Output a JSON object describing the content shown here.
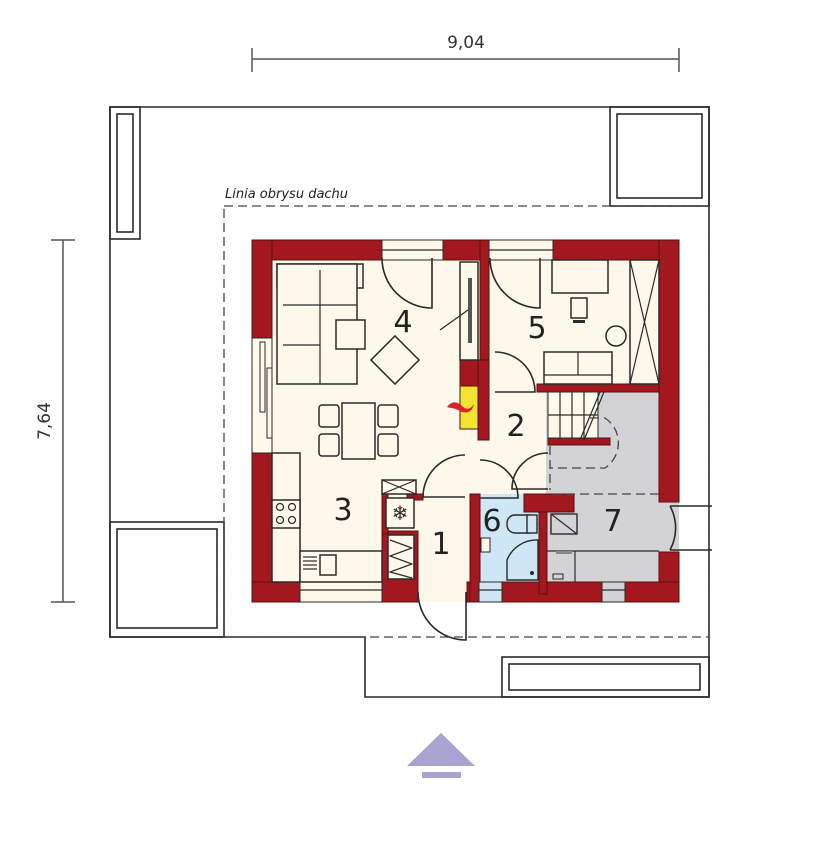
{
  "dimensions": {
    "width_label": "9,04",
    "depth_label": "7,64"
  },
  "roof_outline": {
    "label": "Linia obrysu dachu"
  },
  "rooms": [
    {
      "number": "1",
      "type": "hall"
    },
    {
      "number": "2",
      "type": "corridor"
    },
    {
      "number": "3",
      "type": "kitchen"
    },
    {
      "number": "4",
      "type": "living-room"
    },
    {
      "number": "5",
      "type": "room"
    },
    {
      "number": "6",
      "type": "bathroom"
    },
    {
      "number": "7",
      "type": "garage"
    }
  ],
  "colors": {
    "wall": "#a3181e",
    "floor_living": "#fdf8ea",
    "floor_bath": "#cfe6f5",
    "floor_garage": "#d3d3d5",
    "fireplace": "#f4e430",
    "flame": "#d8232a",
    "entrance_arrow": "#a9a3d2"
  },
  "icons": {
    "entrance": "entrance-arrow-icon",
    "fireplace": "flame-icon",
    "fridge": "snowflake-icon"
  }
}
